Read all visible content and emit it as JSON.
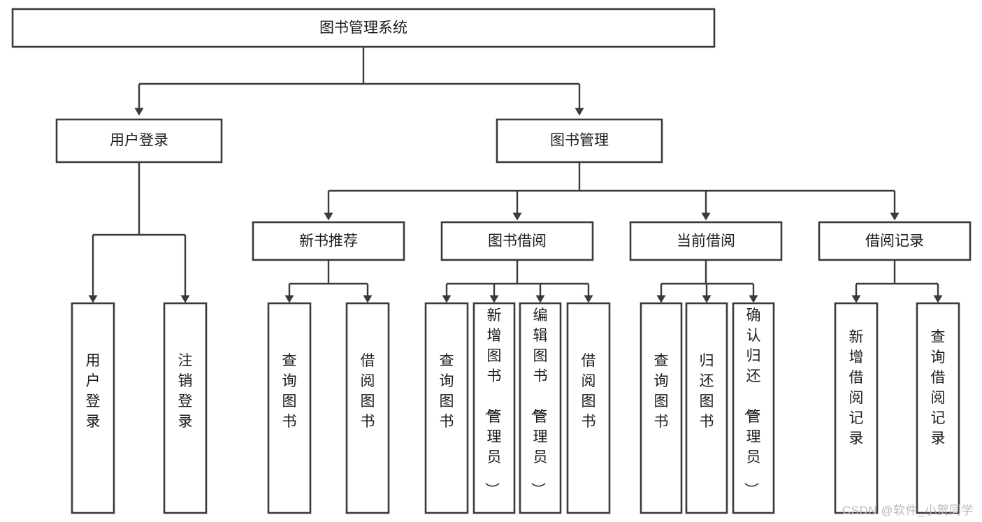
{
  "diagram": {
    "title": "图书管理系统",
    "type": "tree",
    "orientation": "top-down",
    "colors": {
      "box_fill": "#ffffff",
      "box_stroke": "#3a3a3a",
      "connector": "#3a3a3a",
      "text": "#1c1c1c",
      "watermark": "#b9b9b9",
      "background": "#ffffff"
    },
    "root": {
      "label": "图书管理系统"
    },
    "level2": [
      {
        "label": "用户登录"
      },
      {
        "label": "图书管理"
      }
    ],
    "level3": [
      {
        "label": "新书推荐"
      },
      {
        "label": "图书借阅"
      },
      {
        "label": "当前借阅"
      },
      {
        "label": "借阅记录"
      }
    ],
    "leaves": {
      "user_login": [
        {
          "label": "用户登录"
        },
        {
          "label": "注销登录"
        }
      ],
      "new_book_recommend": [
        {
          "label": "查询图书"
        },
        {
          "label": "借阅图书"
        }
      ],
      "book_borrow": [
        {
          "label": "查询图书"
        },
        {
          "label": "新增图书（管理员）"
        },
        {
          "label": "编辑图书（管理员）"
        },
        {
          "label": "借阅图书"
        }
      ],
      "current_borrow": [
        {
          "label": "查询图书"
        },
        {
          "label": "归还图书"
        },
        {
          "label": "确认归还（管理员）"
        }
      ],
      "borrow_record": [
        {
          "label": "新增借阅记录"
        },
        {
          "label": "查询借阅记录"
        }
      ]
    }
  },
  "watermark": {
    "text": "CSDN @软件_小贺同学"
  }
}
